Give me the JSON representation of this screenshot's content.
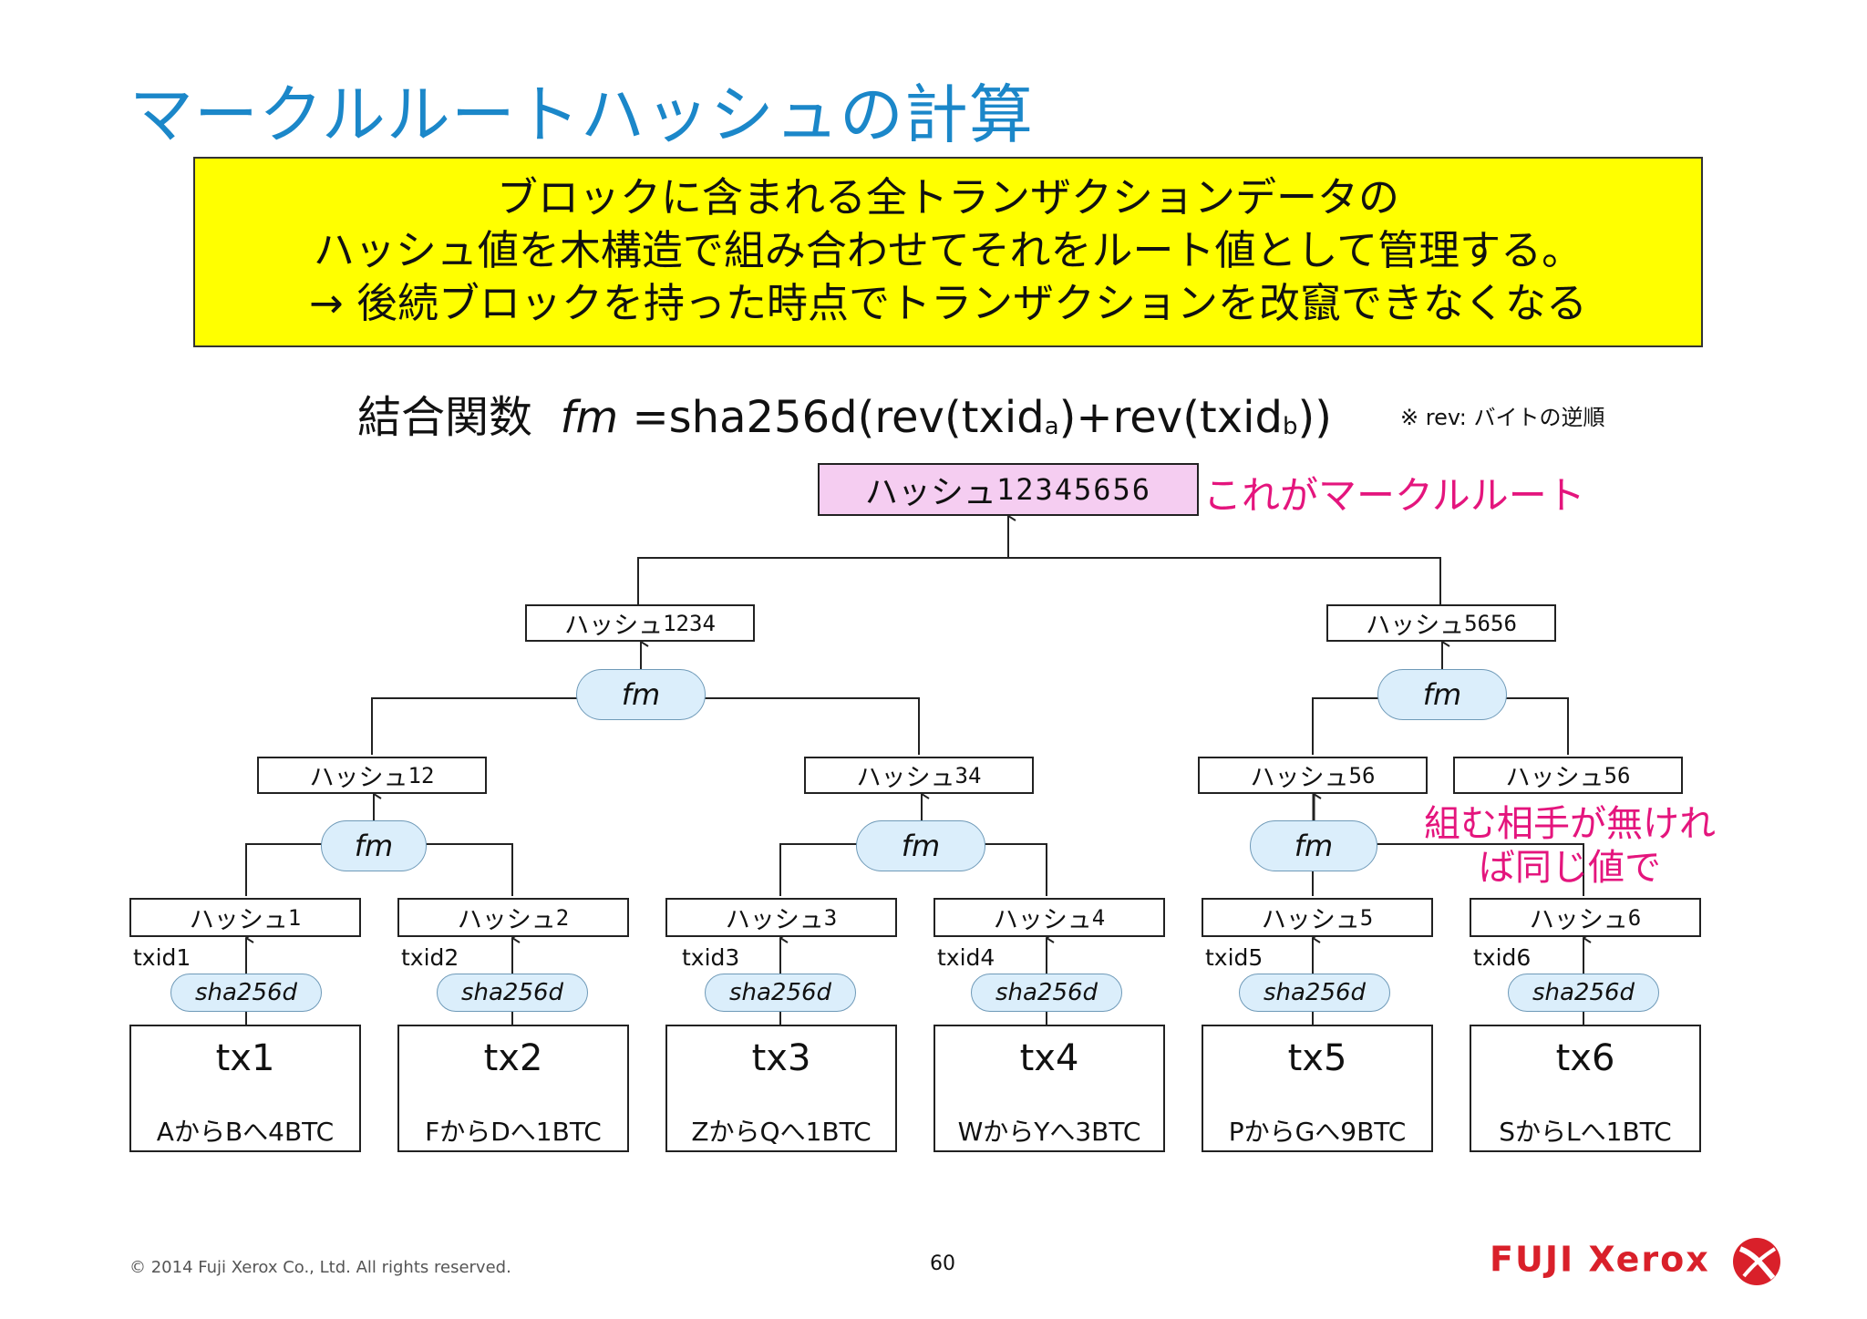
{
  "title": "マークルルートハッシュの計算",
  "summary": {
    "line1": "ブロックに含まれる全トランザクションデータの",
    "line2": "ハッシュ値を木構造で組み合わせてそれをルート値として管理する。",
    "line3": "→ 後続ブロックを持った時点でトランザクションを改竄できなくなる"
  },
  "formula": {
    "prefix": "結合関数",
    "fm": "fm",
    "eq": "=sha256d(rev(txid",
    "sub_a": "a",
    "mid": ")+rev(txid",
    "sub_b": "b",
    "end": "))",
    "note": "※ rev: バイトの逆順"
  },
  "hash_prefix": "ハッシュ",
  "root": {
    "num": "12345656",
    "note": "これがマークルルート"
  },
  "level2": [
    "1234",
    "5656"
  ],
  "level1": [
    "12",
    "34",
    "56",
    "56"
  ],
  "pair_note": {
    "line1": "組む相手が無けれ",
    "line2": "ば同じ値で"
  },
  "fm_label": "fm",
  "sha_label": "sha256d",
  "leaves": [
    {
      "hash": "1",
      "txid": "txid1",
      "tx": "tx1",
      "desc": "AからBへ4BTC"
    },
    {
      "hash": "2",
      "txid": "txid2",
      "tx": "tx2",
      "desc": "FからDへ1BTC"
    },
    {
      "hash": "3",
      "txid": "txid3",
      "tx": "tx3",
      "desc": "ZからQへ1BTC"
    },
    {
      "hash": "4",
      "txid": "txid4",
      "tx": "tx4",
      "desc": "WからYへ3BTC"
    },
    {
      "hash": "5",
      "txid": "txid5",
      "tx": "tx5",
      "desc": "PからGへ9BTC"
    },
    {
      "hash": "6",
      "txid": "txid6",
      "tx": "tx6",
      "desc": "SからLへ1BTC"
    }
  ],
  "footer": {
    "copyright": "© 2014 Fuji Xerox Co., Ltd. All rights reserved.",
    "page": "60",
    "logo": "FUJI Xerox"
  },
  "colors": {
    "title": "#1b87c9",
    "summary_bg": "#ffff00",
    "root_bg": "#f5cdf1",
    "pill_bg": "#dbeefb",
    "note_pink": "#e4157d",
    "logo_red": "#d9202a"
  }
}
